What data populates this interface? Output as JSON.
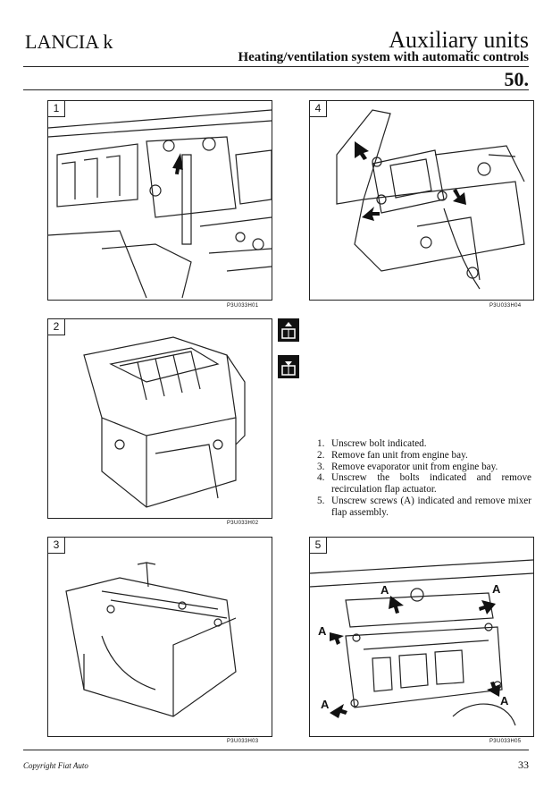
{
  "header": {
    "brand": "LANCIA k",
    "section_title": "Auxiliary units",
    "subtitle": "Heating/ventilation system with automatic controls",
    "page_code": "50."
  },
  "figures": [
    {
      "number": "1",
      "code": "P3U033H01"
    },
    {
      "number": "4",
      "code": "P3U033H04"
    },
    {
      "number": "2",
      "code": "P3U033H02"
    },
    {
      "number": "3",
      "code": "P3U033H03"
    },
    {
      "number": "5",
      "code": "P3U033H05",
      "callout_label": "A"
    }
  ],
  "side_icons": [
    "removal-icon",
    "refit-icon"
  ],
  "steps": [
    {
      "n": "1.",
      "text": "Unscrew bolt indicated."
    },
    {
      "n": "2.",
      "text": "Remove fan unit from engine bay."
    },
    {
      "n": "3.",
      "text": "Remove evaporator unit from engine bay."
    },
    {
      "n": "4.",
      "text": "Unscrew the bolts indicated and remove recirculation flap actuator."
    },
    {
      "n": "5.",
      "text": "Unscrew screws (A) indicated and remove mixer flap assembly."
    }
  ],
  "footer": {
    "copyright": "Copyright Fiat Auto",
    "page_number": "33"
  }
}
